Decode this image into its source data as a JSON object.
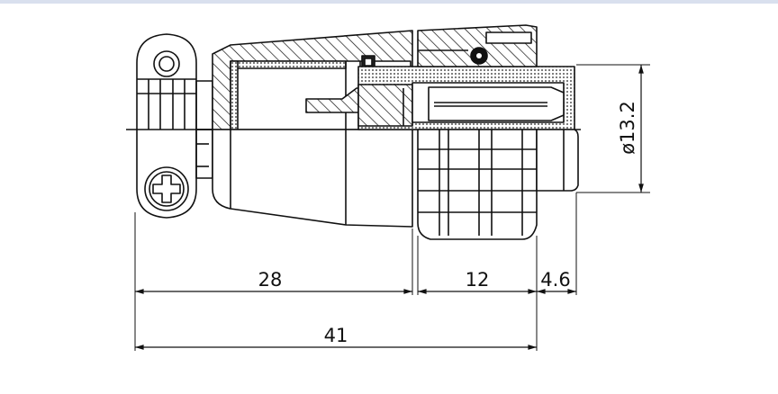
{
  "colors": {
    "line": "#111111",
    "background": "#ffffff",
    "top_border": "#d9e0ee"
  },
  "dimensions": {
    "length_body": "28",
    "length_nut": "12",
    "length_tip": "4.6",
    "length_total": "41",
    "diameter": "ø13.2"
  }
}
